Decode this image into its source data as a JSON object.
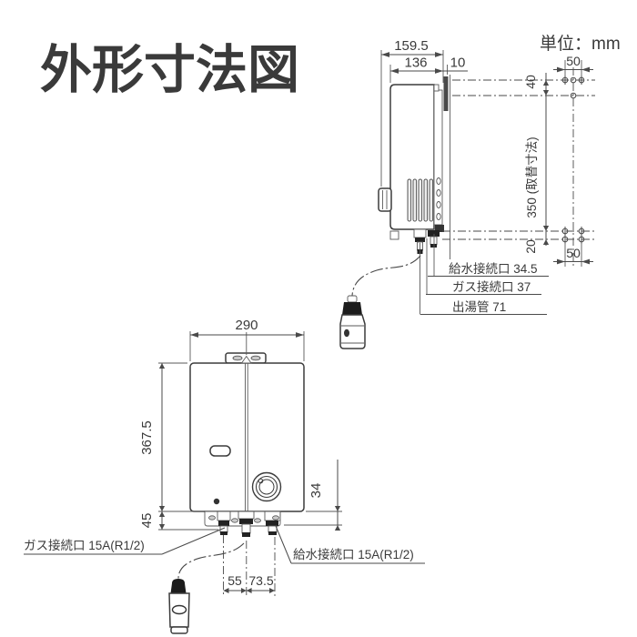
{
  "header": {
    "title": "外形寸法図",
    "unit_note": "単位：mm"
  },
  "colors": {
    "title_blue": "#1b1ad1",
    "line": "#3c3c3c"
  },
  "side_view": {
    "dim_depth_total": "159.5",
    "dim_depth_body": "136",
    "dim_wall_gap": "10",
    "dim_hole_pitch_top": "50",
    "dim_hole_offset_top": "40",
    "dim_mount_height": "350 (取替寸法)",
    "dim_hole_offset_bottom": "20",
    "dim_hole_pitch_bottom": "50",
    "label_water_inlet": "給水接続口 34.5",
    "label_gas_inlet": "ガス接続口 37",
    "label_outlet_pipe": "出湯管 71"
  },
  "front_view": {
    "dim_width": "290",
    "dim_height": "367.5",
    "dim_bottom_offset": "45",
    "dim_right_offset": "34",
    "dim_gas_pitch": "55",
    "dim_water_pitch": "73.5",
    "label_gas_inlet": "ガス接続口 15A(R1/2)",
    "label_water_inlet": "給水接続口 15A(R1/2)"
  }
}
